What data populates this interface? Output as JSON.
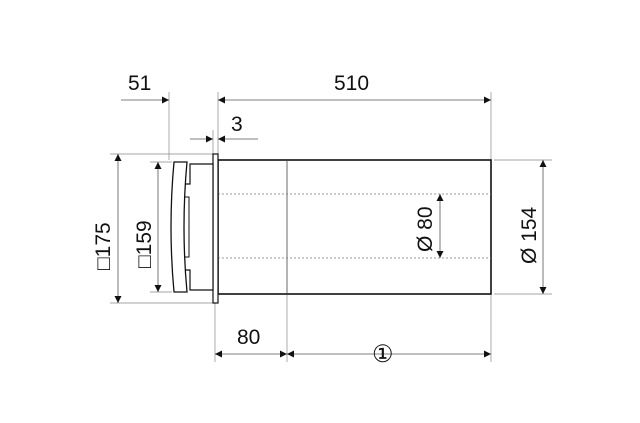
{
  "dimensions": {
    "overall_length": "510",
    "grille_depth": "51",
    "flange_thickness": "3",
    "outer_square": "□175",
    "inner_square": "□159",
    "inner_diameter": "Ø 80",
    "outer_diameter": "Ø 154",
    "front_section": "80",
    "variable_section": "①"
  }
}
